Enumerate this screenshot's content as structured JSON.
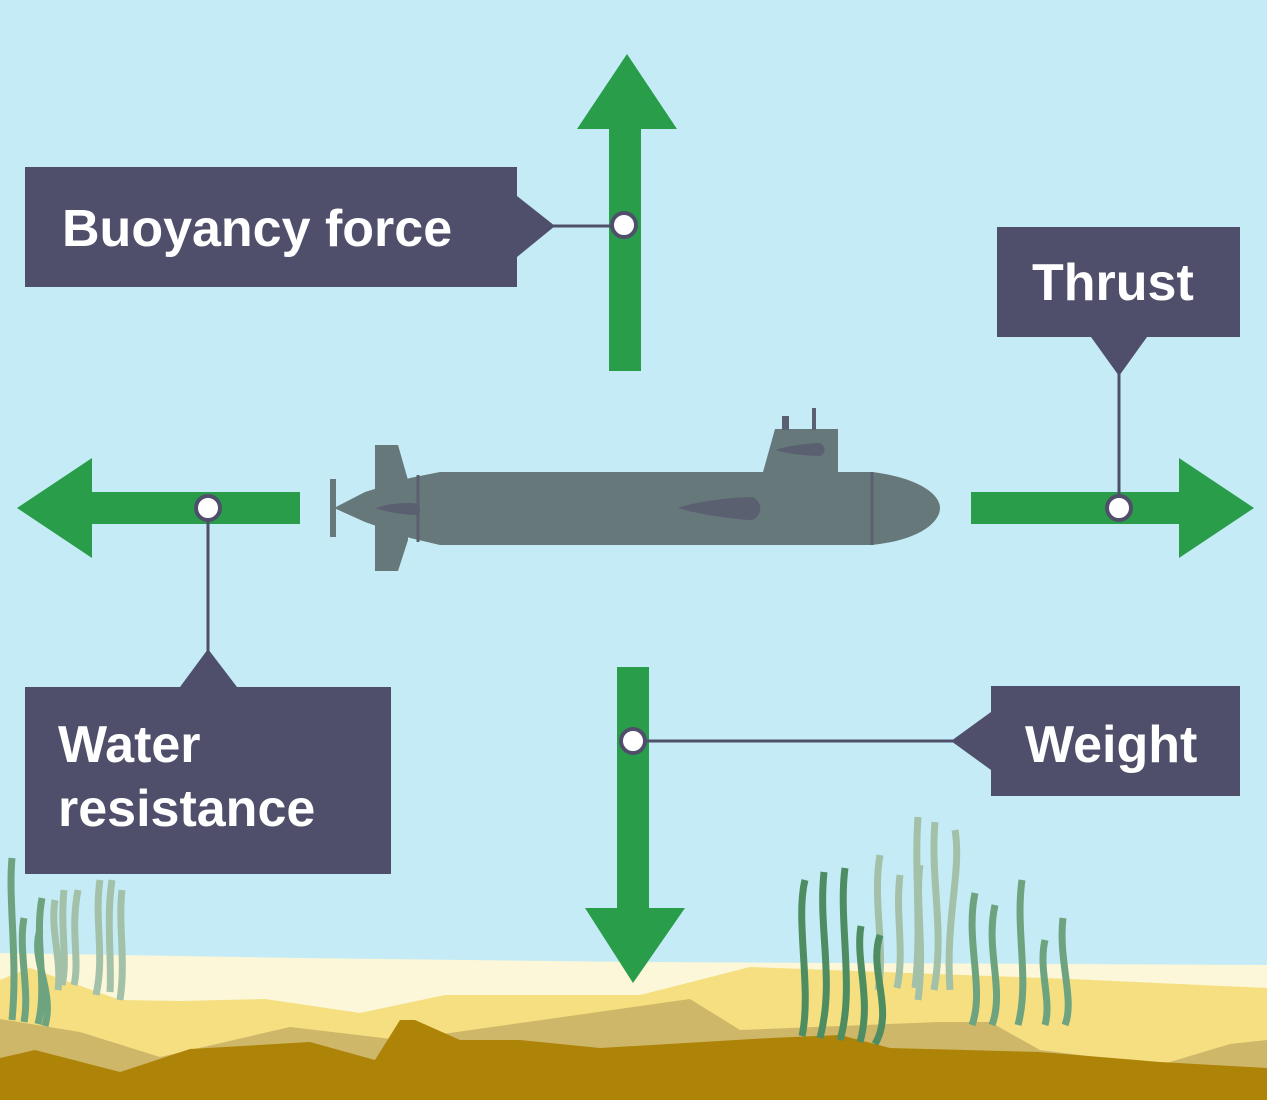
{
  "title": "Forces acting on a submarine",
  "colors": {
    "water": "#c5ecf6",
    "arrow": "#2a9d4a",
    "label_box": "#4f4f6b",
    "label_text": "#ffffff",
    "submarine": "#66787a",
    "submarine_detail": "#5a6070",
    "sand_light": "#fbf7d8",
    "sand_mid": "#f5df80",
    "sand_dark": "#cfb76a",
    "seabed": "#ae8408",
    "weed_dark": "#4e8c62",
    "weed_mid": "#6ea380",
    "weed_light": "#a2c1a8"
  },
  "forces": [
    {
      "id": "buoyancy",
      "label": "Buoyancy force",
      "direction": "up"
    },
    {
      "id": "thrust",
      "label": "Thrust",
      "direction": "right"
    },
    {
      "id": "water-resistance",
      "label_lines": [
        "Water",
        "resistance"
      ],
      "direction": "left"
    },
    {
      "id": "weight",
      "label": "Weight",
      "direction": "down"
    }
  ]
}
